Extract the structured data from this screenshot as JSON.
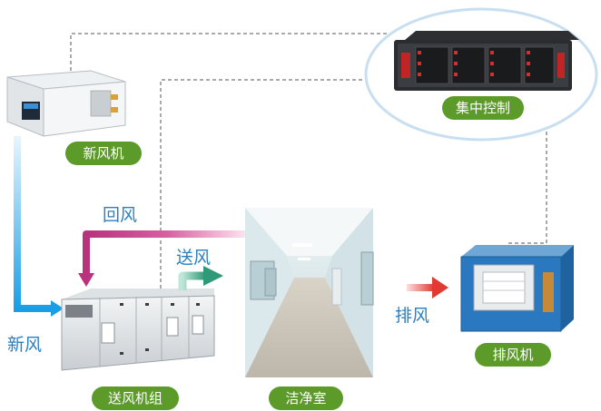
{
  "labels": {
    "fresh_air_unit": "新风机",
    "central_control": "集中控制",
    "supply_unit": "送风机组",
    "clean_room": "洁净室",
    "exhaust_fan": "排风机"
  },
  "flows": {
    "fresh_air": "新风",
    "return_air": "回风",
    "supply_air": "送风",
    "exhaust_air": "排风"
  },
  "colors": {
    "label_green": "#5c9a2a",
    "fresh_air_blue": "#1a9fe6",
    "return_air_magenta": "#c43c86",
    "supply_air_teal": "#2e9a78",
    "exhaust_red": "#e23a32",
    "flow_text_blue": "#2a7fc1",
    "control_ellipse": "#c7dff0"
  }
}
